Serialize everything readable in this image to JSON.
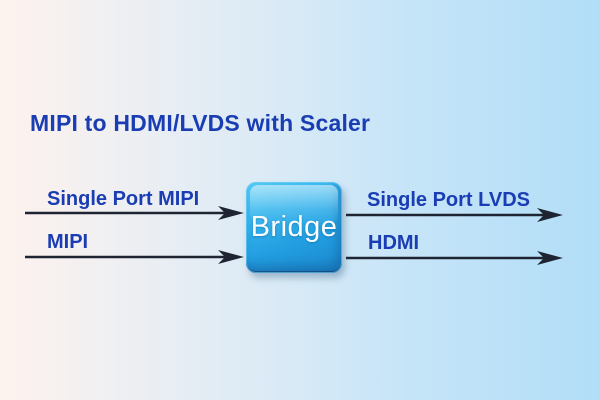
{
  "title": "MIPI to HDMI/LVDS with Scaler",
  "bridge": {
    "label": "Bridge"
  },
  "inputs": [
    {
      "label": "Single Port MIPI"
    },
    {
      "label": "MIPI"
    }
  ],
  "outputs": [
    {
      "label": "Single Port LVDS"
    },
    {
      "label": "HDMI"
    }
  ],
  "colors": {
    "label_text": "#1a3db3",
    "arrow": "#1f2433",
    "bridge_top": "#55cbf5",
    "bridge_bottom": "#1b86cb",
    "bridge_text": "#ffffff",
    "background_left": "#fdf2ee",
    "background_right": "#b1def7"
  }
}
